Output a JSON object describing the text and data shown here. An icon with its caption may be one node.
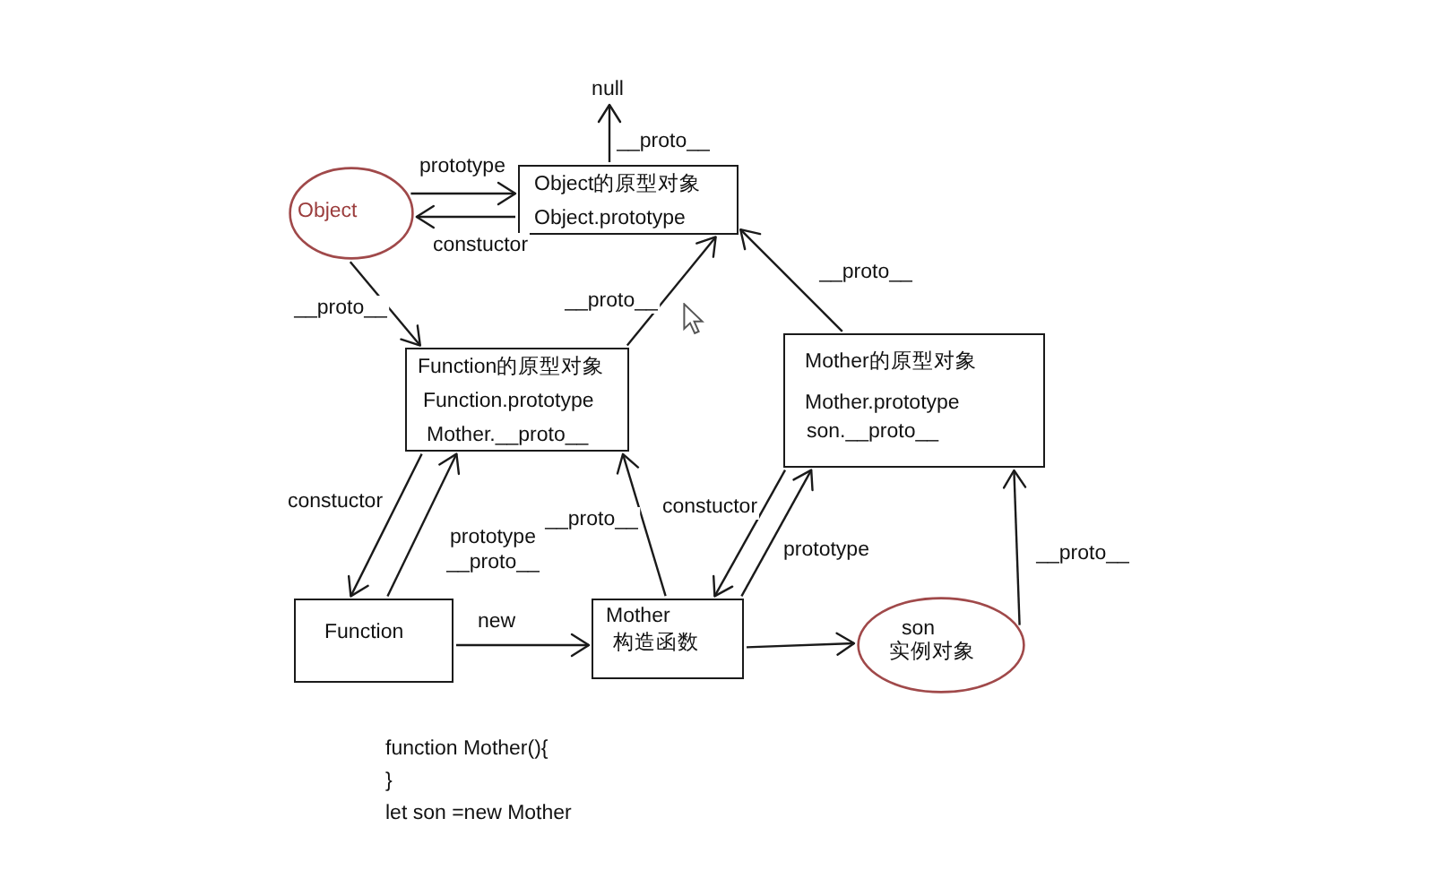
{
  "diagram": {
    "nodes": [
      {
        "text": [
          "null"
        ]
      },
      {
        "text": [
          "Object"
        ]
      },
      {
        "text": [
          "Object的原型对象",
          "Object.prototype"
        ]
      },
      {
        "text": [
          "Function的原型对象",
          "Function.prototype",
          "Mother.__proto__"
        ]
      },
      {
        "text": [
          "Mother的原型对象",
          "Mother.prototype",
          "son.__proto__"
        ]
      },
      {
        "text": [
          "Function"
        ]
      },
      {
        "text": [
          "Mother",
          "构造函数"
        ]
      },
      {
        "text": [
          "son",
          "实例对象"
        ]
      }
    ],
    "edges": [
      {
        "from": 2,
        "to": 0,
        "arrow": "to",
        "label": "__proto__"
      },
      {
        "from": 1,
        "to": 2,
        "arrow": "to",
        "label": "prototype"
      },
      {
        "from": 2,
        "to": 1,
        "arrow": "to",
        "label": "constuctor"
      },
      {
        "from": 1,
        "to": 3,
        "arrow": "to",
        "label": "__proto__"
      },
      {
        "from": 3,
        "to": 2,
        "arrow": "to",
        "label": "__proto__"
      },
      {
        "from": 4,
        "to": 2,
        "arrow": "to",
        "label": "__proto__"
      },
      {
        "from": 3,
        "to": 5,
        "arrow": "to",
        "label": "constuctor"
      },
      {
        "from": 5,
        "to": 3,
        "arrow": "to",
        "label": "prototype __proto__"
      },
      {
        "from": 5,
        "to": 6,
        "arrow": "to",
        "label": "new"
      },
      {
        "from": 6,
        "to": 3,
        "arrow": "to",
        "label": "__proto__"
      },
      {
        "from": 4,
        "to": 6,
        "arrow": "to",
        "label": "constuctor"
      },
      {
        "from": 6,
        "to": 4,
        "arrow": "to",
        "label": "prototype"
      },
      {
        "from": 6,
        "to": 7,
        "arrow": "to"
      },
      {
        "from": 7,
        "to": 4,
        "arrow": "to",
        "label": "__proto__"
      }
    ],
    "labels": [
      "function Mother(){",
      "}",
      "let son =new Mother"
    ]
  }
}
